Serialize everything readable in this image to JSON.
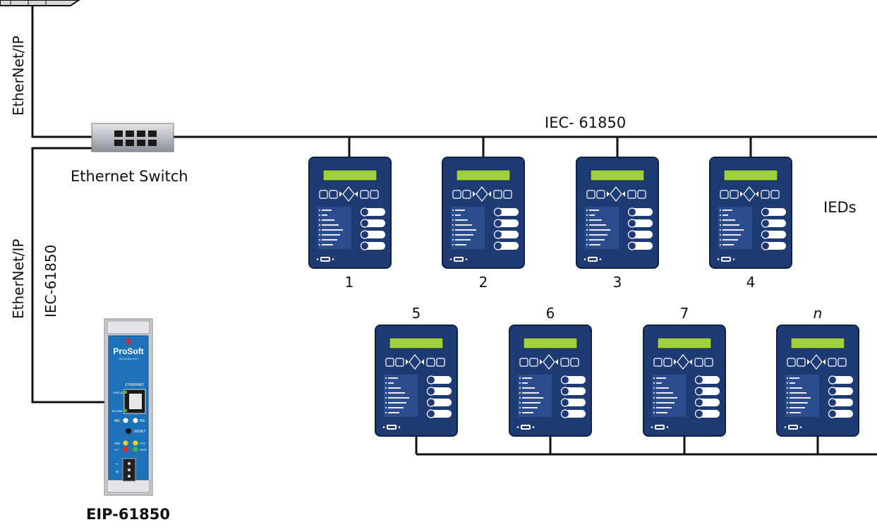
{
  "labels": {
    "ethernet_ip_top": "EtherNet/IP",
    "ethernet_ip_side": "EtherNet/IP",
    "iec_side": "IEC-61850",
    "iec_bus": "IEC- 61850",
    "switch": "Ethernet Switch",
    "ieds": "IEDs",
    "module": "EIP-61850"
  },
  "ieds": [
    {
      "label": "1"
    },
    {
      "label": "2"
    },
    {
      "label": "3"
    },
    {
      "label": "4"
    },
    {
      "label": "5"
    },
    {
      "label": "6"
    },
    {
      "label": "7"
    },
    {
      "label": "n"
    }
  ],
  "module_face": {
    "brand": "ProSoft",
    "brand_sub": "TECHNOLOGY",
    "port_label": "ETHERNET",
    "link": "LINK/ ACT",
    "speed": "100 Mbit",
    "ms": "MS",
    "ns": "NS",
    "reset": "RESET",
    "errs": "ERR",
    "cfg": "CFG",
    "flt": "FLT",
    "pwr": "PWR"
  },
  "colors": {
    "ied_body": "#1f3b73",
    "ied_lcd": "#9fd23a",
    "module_blue": "#1e73b8",
    "line": "#111111"
  }
}
